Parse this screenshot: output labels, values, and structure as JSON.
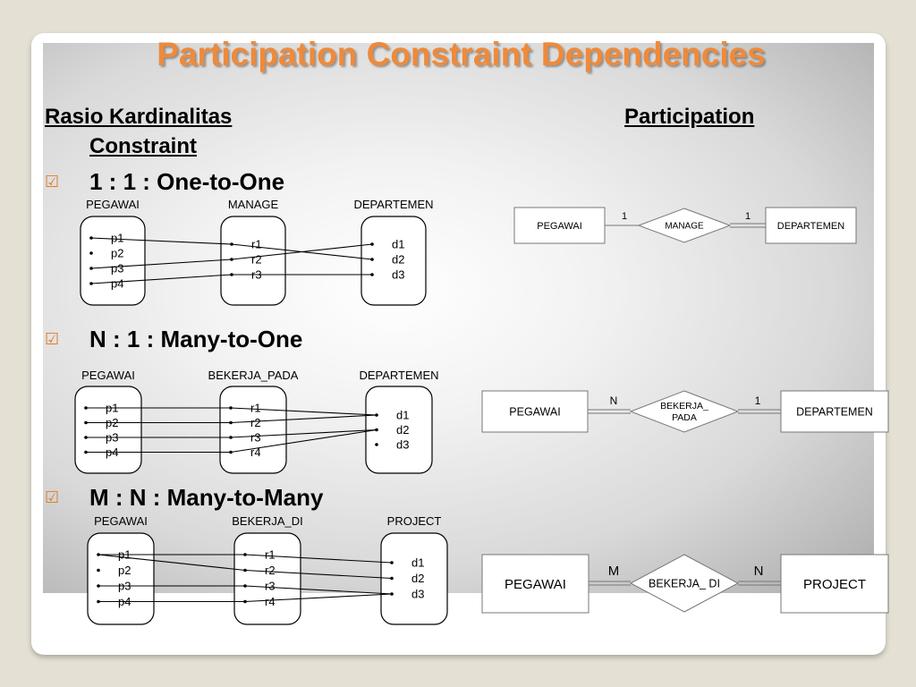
{
  "title": "Participation Constraint Dependencies",
  "headings": {
    "left_line1": "Rasio Kardinalitas",
    "left_line2": "Constraint",
    "right": "Participation"
  },
  "bullets": [
    {
      "label": "1 : 1  :  One-to-One",
      "icon": "checkbox-icon"
    },
    {
      "label": "N : 1 :  Many-to-One",
      "icon": "checkbox-icon"
    },
    {
      "label": "M : N : Many-to-Many",
      "icon": "checkbox-icon"
    }
  ],
  "mapping_diagrams": [
    {
      "sets": [
        {
          "name": "PEGAWAI",
          "items": [
            "p1",
            "p2",
            "p3",
            "p4"
          ]
        },
        {
          "name": "MANAGE",
          "items": [
            "r1",
            "r2",
            "r3"
          ]
        },
        {
          "name": "DEPARTEMEN",
          "items": [
            "d1",
            "d2",
            "d3"
          ]
        }
      ],
      "links": [
        [
          "p1",
          "r1"
        ],
        [
          "r1",
          "d2"
        ],
        [
          "p3",
          "r2"
        ],
        [
          "r2",
          "d1"
        ],
        [
          "p4",
          "r3"
        ],
        [
          "r3",
          "d3"
        ]
      ]
    },
    {
      "sets": [
        {
          "name": "PEGAWAI",
          "items": [
            "p1",
            "p2",
            "p3",
            "p4"
          ]
        },
        {
          "name": "BEKERJA_PADA",
          "items": [
            "r1",
            "r2",
            "r3",
            "r4"
          ]
        },
        {
          "name": "DEPARTEMEN",
          "items": [
            "d1",
            "d2",
            "d3"
          ]
        }
      ],
      "links": [
        [
          "p1",
          "r1"
        ],
        [
          "r1",
          "d1"
        ],
        [
          "p2",
          "r2"
        ],
        [
          "r2",
          "d1"
        ],
        [
          "p3",
          "r3"
        ],
        [
          "r3",
          "d2"
        ],
        [
          "p4",
          "r4"
        ],
        [
          "r4",
          "d2"
        ]
      ]
    },
    {
      "sets": [
        {
          "name": "PEGAWAI",
          "items": [
            "p1",
            "p2",
            "p3",
            "p4"
          ]
        },
        {
          "name": "BEKERJA_DI",
          "items": [
            "r1",
            "r2",
            "r3",
            "r4"
          ]
        },
        {
          "name": "PROJECT",
          "items": [
            "d1",
            "d2",
            "d3"
          ]
        }
      ],
      "links": [
        [
          "p1",
          "r1"
        ],
        [
          "r1",
          "d1"
        ],
        [
          "p1",
          "r2"
        ],
        [
          "r2",
          "d2"
        ],
        [
          "p3",
          "r3"
        ],
        [
          "r3",
          "d3"
        ],
        [
          "p4",
          "r4"
        ],
        [
          "r4",
          "d3"
        ]
      ]
    }
  ],
  "er_diagrams": [
    {
      "left": "PEGAWAI",
      "relationship": "MANAGE",
      "right": "DEPARTEMEN",
      "left_card": "1",
      "right_card": "1"
    },
    {
      "left": "PEGAWAI",
      "relationship": "BEKERJA_ PADA",
      "right": "DEPARTEMEN",
      "left_card": "N",
      "right_card": "1"
    },
    {
      "left": "PEGAWAI",
      "relationship": "BEKERJA_ DI",
      "right": "PROJECT",
      "left_card": "M",
      "right_card": "N"
    }
  ],
  "colors": {
    "title": "#ef8a3a",
    "checkbox": "#e07b25"
  }
}
